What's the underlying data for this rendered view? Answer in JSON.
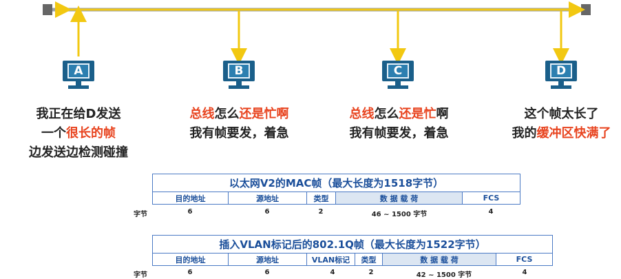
{
  "hosts": [
    {
      "letter": "A",
      "lines": [
        [
          {
            "t": "我正在给D发送",
            "red": false
          }
        ],
        [
          {
            "t": "一个",
            "red": false
          },
          {
            "t": "很长的帧",
            "red": true
          }
        ],
        [
          {
            "t": "边发送边检测碰撞",
            "red": false
          }
        ]
      ]
    },
    {
      "letter": "B",
      "lines": [
        [
          {
            "t": "总线",
            "red": true
          },
          {
            "t": "怎么",
            "red": false
          },
          {
            "t": "还是忙啊",
            "red": true
          }
        ],
        [
          {
            "t": "我有帧要发，着急",
            "red": false
          }
        ]
      ]
    },
    {
      "letter": "C",
      "lines": [
        [
          {
            "t": "总线",
            "red": true
          },
          {
            "t": "怎么",
            "red": false
          },
          {
            "t": "还是忙",
            "red": true
          },
          {
            "t": "啊",
            "red": false
          }
        ],
        [
          {
            "t": "我有帧要发，着急",
            "red": false
          }
        ]
      ]
    },
    {
      "letter": "D",
      "lines": [
        [
          {
            "t": "这个帧太长了",
            "red": false
          }
        ],
        [
          {
            "t": "我的",
            "red": false
          },
          {
            "t": "缓冲区快满了",
            "red": true
          }
        ]
      ]
    }
  ],
  "frame_v2": {
    "title": "以太网V2的MAC帧（最大长度为1518字节）",
    "fields": [
      "目的地址",
      "源地址",
      "类型",
      "数 据 载 荷",
      "FCS"
    ],
    "bytes_label": "字节",
    "bytes": [
      "6",
      "6",
      "2",
      "46 ~ 1500 字节",
      "4"
    ]
  },
  "frame_q": {
    "title": "插入VLAN标记后的802.1Q帧（最大长度为1522字节）",
    "fields": [
      "目的地址",
      "源地址",
      "VLAN标记",
      "类型",
      "数 据 载 荷",
      "FCS"
    ],
    "bytes_label": "字节",
    "bytes": [
      "6",
      "6",
      "4",
      "2",
      "42 ~ 1500 字节",
      "4"
    ]
  },
  "colors": {
    "bus": "#9aa0a6",
    "signal": "#f2c811",
    "host": "#1a5f8a",
    "highlight": "#e8431e",
    "table": "#1a4e9a"
  }
}
